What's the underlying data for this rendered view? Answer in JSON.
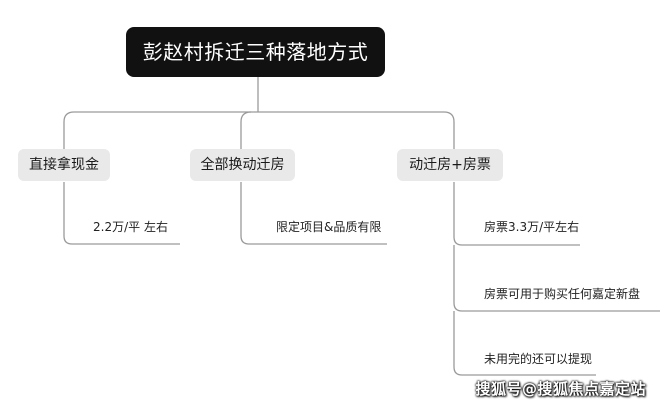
{
  "diagram": {
    "root": "彭赵村拆迁三种落地方式",
    "branches": [
      {
        "label": "直接拿现金",
        "leaves": [
          "2.2万/平 左右"
        ]
      },
      {
        "label": "全部换动迁房",
        "leaves": [
          "限定项目&品质有限"
        ]
      },
      {
        "label": "动迁房+房票",
        "leaves": [
          "房票3.3万/平左右",
          "房票可用于购买任何嘉定新盘",
          "未用完的还可以提现"
        ]
      }
    ]
  },
  "watermark": "搜狐号@搜狐焦点嘉定站",
  "colors": {
    "root_bg": "#111111",
    "root_text": "#ffffff",
    "branch_bg": "#e9e9e9",
    "connector": "#9a9a9a"
  }
}
